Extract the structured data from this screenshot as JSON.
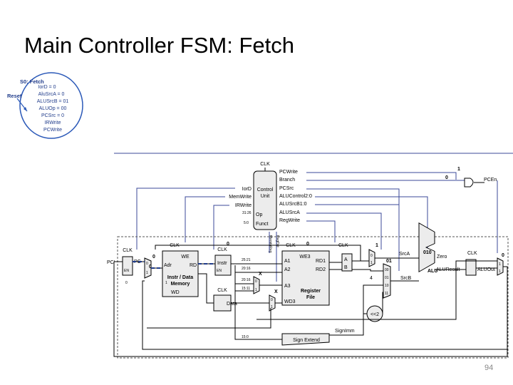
{
  "slide": {
    "title": "Main Controller FSM: Fetch",
    "page_number": "94"
  },
  "fsm": {
    "state_name": "S0: Fetch",
    "reset_label": "Reset",
    "signals": [
      "IorD = 0",
      "AluSrcA = 0",
      "ALUSrcB = 01",
      "ALUOp = 00",
      "PCSrc = 0",
      "IRWrite",
      "PCWrite"
    ]
  },
  "control_unit": {
    "clk": "CLK",
    "name_line1": "Control",
    "name_line2": "Unit",
    "op": "Op",
    "funct": "Funct",
    "op_bits": "31:26",
    "funct_bits": "5:0",
    "left_outputs": [
      "IorD",
      "MemWrite",
      "IRWrite"
    ],
    "right_outputs": [
      "PCWrite",
      "Branch",
      "PCSrc",
      "ALUControl2:0",
      "ALUSrcB1:0",
      "ALUSrcA",
      "RegWrite"
    ],
    "regdst": "RegDst",
    "memtoreg": "MemtoReg"
  },
  "datapath": {
    "clk": "CLK",
    "pc_prime": "PC'",
    "pc": "PC",
    "en": "EN",
    "adr": "Adr",
    "we": "WE",
    "rd": "RD",
    "memory_line1": "Instr / Data",
    "memory_line2": "Memory",
    "wd": "WD",
    "instr": "Instr",
    "data": "Data",
    "instr_bits": [
      "25:21",
      "20:16",
      "20:16",
      "15:11",
      "15:0"
    ],
    "we3": "WE3",
    "a1": "A1",
    "a2": "A2",
    "a3": "A3",
    "rd1": "RD1",
    "rd2": "RD2",
    "wd3": "WD3",
    "regfile_line1": "Register",
    "regfile_line2": "File",
    "reg_a": "A",
    "reg_b": "B",
    "srca": "SrcA",
    "srcb": "SrcB",
    "alu": "ALU",
    "zero": "Zero",
    "aluresult": "ALUResult",
    "aluout": "ALUOut",
    "signimm": "SignImm",
    "sign_extend": "Sign Extend",
    "shift": "<<2",
    "const_four": "4",
    "alucontrol_val": "010",
    "pcen": "PCEn",
    "mux_values": [
      "0",
      "0",
      "1",
      "0",
      "0",
      "1",
      "0",
      "1",
      "0",
      "0",
      "1",
      "00",
      "01",
      "10",
      "11",
      "0",
      "1",
      "1",
      "0",
      "X",
      "X",
      "0",
      "0",
      "1",
      "1",
      "1"
    ]
  }
}
